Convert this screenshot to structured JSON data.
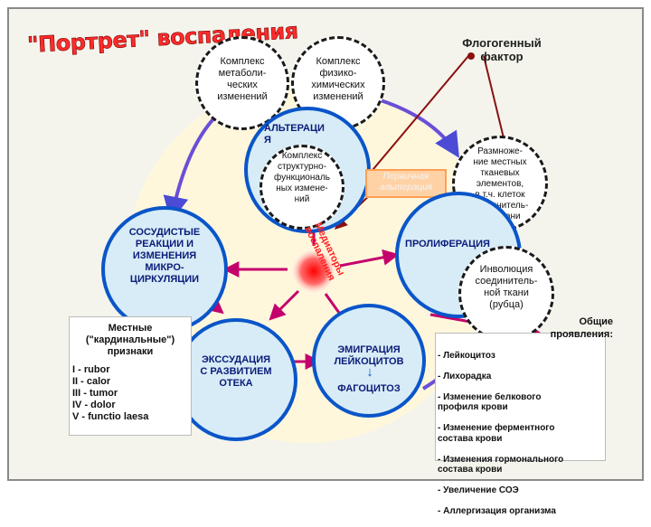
{
  "title": "\"Портрет\" воспаления",
  "phlogogenic_factor": "Флогогенный\nфактор",
  "metabolic_complex": "Комплекс\nметаболи-\nческих\nизменений",
  "physicochemical_complex": "Комплекс\nфизико-\nхимических\nизменений",
  "alteration_label": "АЛЬТЕРАЦИ\nЯ",
  "structural_complex": "Комплекс\nструктурно-\nфункциональ\nных измене-\nний",
  "primary_alteration": "Первичная\nальтерация",
  "reproduction": "Размноже-\nние местных\nтканевых\nэлементов,\nв т.ч. клеток\nсоединитель-\nной ткани",
  "vascular_reactions": "СОСУДИСТЫЕ\nРЕАКЦИИ И\nИЗМЕНЕНИЯ\nМИКРО-\nЦИРКУЛЯЦИИ",
  "proliferation": "ПРОЛИФЕРАЦИЯ",
  "mediators": "Медиаторы воспаления",
  "involution": "Инволюция\nсоединитель-\nной ткани\n(рубца)",
  "local_signs_title": "Местные\n(\"кардинальные\")\nпризнаки",
  "local_signs": [
    "I  -  rubor",
    "II  -  calor",
    "III -  tumor",
    "IV -  dolor",
    "V  -  functio laesa"
  ],
  "exudation": "ЭКССУДАЦИЯ\nС РАЗВИТИЕМ\nОТЕКА",
  "emigration": "ЭМИГРАЦИЯ\nЛЕЙКОЦИТОВ",
  "phagocytosis": "ФАГОЦИТОЗ",
  "general_title": "Общие\nпроявления:",
  "general_items": [
    "- Лейкоцитоз",
    "- Лихорадка",
    "- Изменение белкового\n  профиля крови",
    "- Изменение  ферментного\n  состава крови",
    "- Изменения гормонального\nсостава крови",
    "- Увеличение СОЭ",
    "- Аллергизация организма"
  ],
  "colors": {
    "accent_red": "#ff2b2b",
    "blue": "#0a55c9",
    "purple": "#6b4fd6",
    "bg_yellow": "#fff7dc"
  }
}
